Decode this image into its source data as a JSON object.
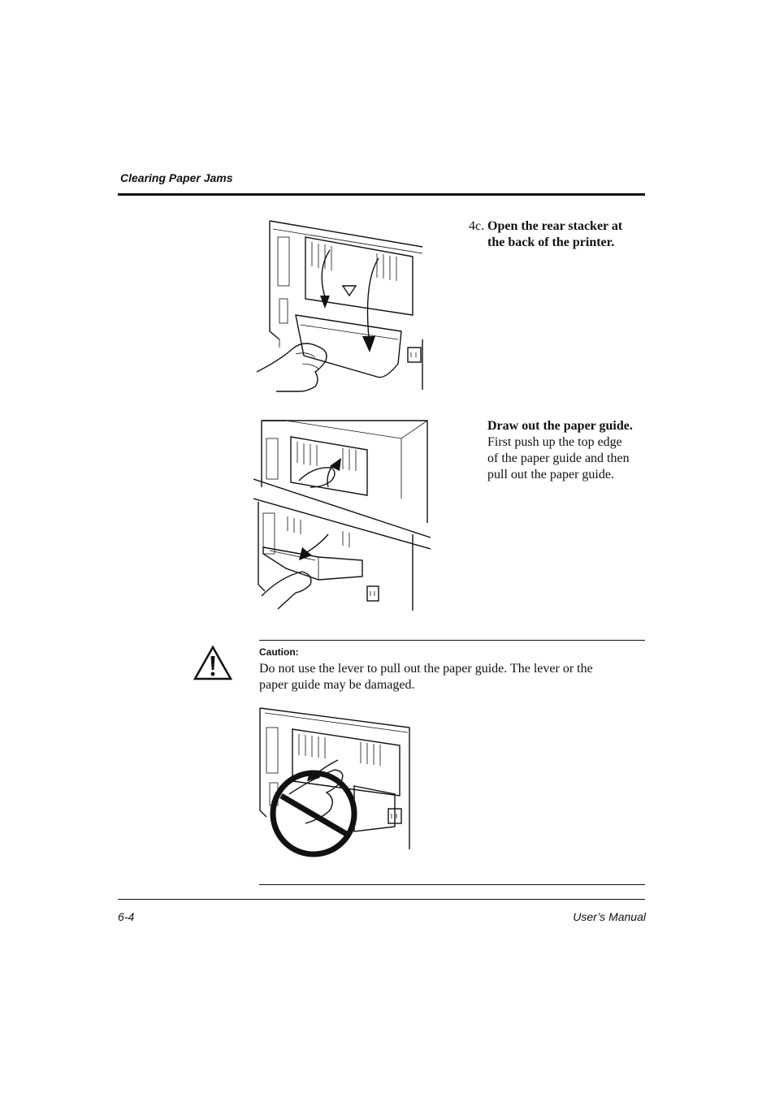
{
  "header": {
    "section_title": "Clearing Paper Jams"
  },
  "steps": [
    {
      "number": "4c.",
      "title_line1": "Open the rear stacker at",
      "title_line2": "the back of the printer."
    },
    {
      "title": "Draw out the paper guide.",
      "body_lines": [
        "First push up the top edge",
        "of the paper guide and then",
        "pull out the paper guide."
      ]
    }
  ],
  "caution": {
    "icon": "warning-triangle-icon",
    "title": "Caution:",
    "text_line1": "Do not use the lever to pull out the paper guide. The lever or the",
    "text_line2": "paper guide may be damaged."
  },
  "footer": {
    "page_number": "6-4",
    "manual_title": "User’s Manual"
  }
}
